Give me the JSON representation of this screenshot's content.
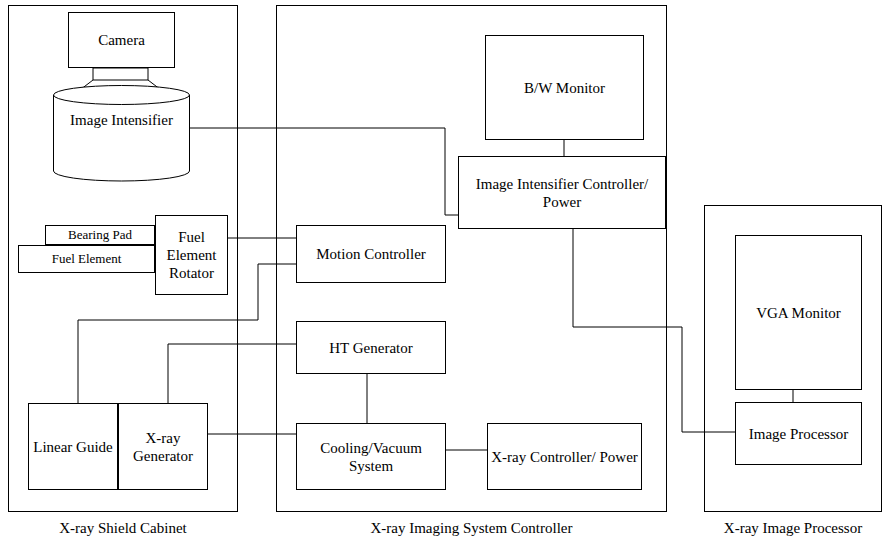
{
  "diagram": {
    "nodes": [
      {
        "text": [
          "X-ray Shield Cabinet"
        ]
      },
      {
        "text": [
          "Camera"
        ],
        "in": 0
      },
      {
        "text": [
          "Image Intensifier"
        ],
        "in": 0
      },
      {
        "text": [
          "Bearing Pad"
        ],
        "in": 0
      },
      {
        "text": [
          "Fuel Element"
        ],
        "in": 0
      },
      {
        "text": [
          "Fuel Element Rotator"
        ],
        "in": 0
      },
      {
        "text": [
          "Linear Guide"
        ],
        "in": 0
      },
      {
        "text": [
          "X-ray Generator"
        ],
        "in": 0
      },
      {
        "text": [
          "X-ray Imaging System Controller"
        ]
      },
      {
        "text": [
          "B/W Monitor"
        ],
        "in": 8
      },
      {
        "text": [
          "Image Intensifier Controller/ Power"
        ],
        "in": 8
      },
      {
        "text": [
          "Motion Controller"
        ],
        "in": 8
      },
      {
        "text": [
          "HT Generator"
        ],
        "in": 8
      },
      {
        "text": [
          "Cooling/Vacuum System"
        ],
        "in": 8
      },
      {
        "text": [
          "X-ray Controller/ Power"
        ],
        "in": 8
      },
      {
        "text": [
          "X-ray Image Processor"
        ]
      },
      {
        "text": [
          "VGA Monitor"
        ],
        "in": 15
      },
      {
        "text": [
          "Image Processor"
        ],
        "in": 15
      }
    ],
    "edges": [
      {
        "from": 2,
        "to": 10,
        "arrow": "none"
      },
      {
        "from": 9,
        "to": 10,
        "arrow": "none"
      },
      {
        "from": 10,
        "to": 17,
        "arrow": "none"
      },
      {
        "from": 5,
        "to": 11,
        "arrow": "none"
      },
      {
        "from": 6,
        "to": 11,
        "arrow": "none"
      },
      {
        "from": 7,
        "to": 12,
        "arrow": "none"
      },
      {
        "from": 12,
        "to": 13,
        "arrow": "none"
      },
      {
        "from": 7,
        "to": 13,
        "arrow": "none"
      },
      {
        "from": 13,
        "to": 14,
        "arrow": "none"
      },
      {
        "from": 16,
        "to": 17,
        "arrow": "none"
      }
    ]
  }
}
